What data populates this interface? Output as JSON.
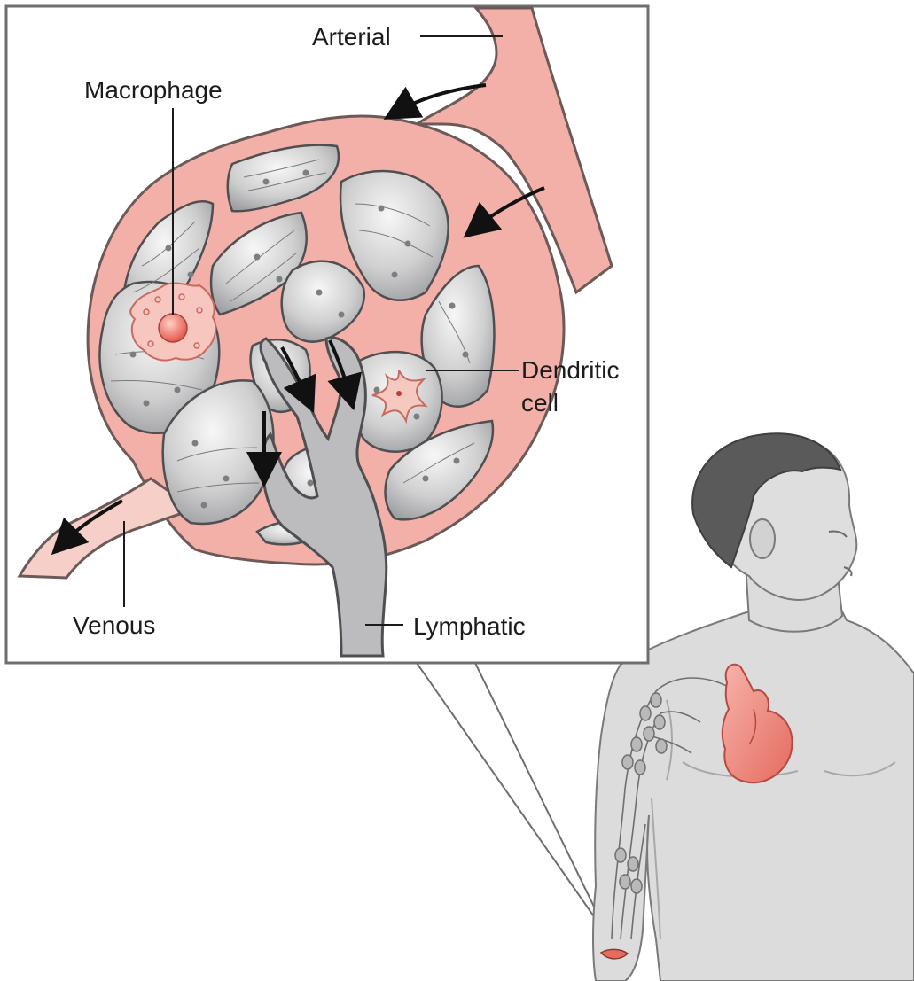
{
  "labels": {
    "arterial": "Arterial",
    "macrophage": "Macrophage",
    "dendritic_line1": "Dendritic",
    "dendritic_line2": "cell",
    "venous": "Venous",
    "lymphatic": "Lymphatic"
  },
  "colors": {
    "vessel_pink": "#f3b0a8",
    "vessel_edge": "#6b5a58",
    "tissue_gray": "#c9cacb",
    "lymph_gray": "#bcbcbe",
    "body_gray": "#dcdcdc",
    "hair": "#5a5a5a",
    "heart": "#ef8a80",
    "frame": "#6e6e6e"
  }
}
